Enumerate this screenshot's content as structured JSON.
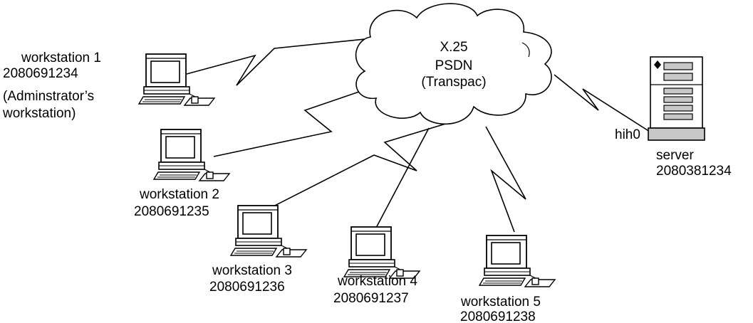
{
  "cloud": {
    "lines": [
      "X.25",
      "PSDN",
      "(Transpac)"
    ]
  },
  "server": {
    "interface_label": "hih0",
    "name": "server",
    "address": "2080381234"
  },
  "workstations": [
    {
      "lines": [
        "workstation 1",
        "2080691234",
        "(Adminstrator’s",
        "workstation)"
      ]
    },
    {
      "lines": [
        "workstation 2",
        "2080691235"
      ]
    },
    {
      "lines": [
        "workstation 3",
        "2080691236"
      ]
    },
    {
      "lines": [
        "workstation 4",
        "2080691237"
      ]
    },
    {
      "lines": [
        "workstation 5",
        "2080691238"
      ]
    }
  ]
}
